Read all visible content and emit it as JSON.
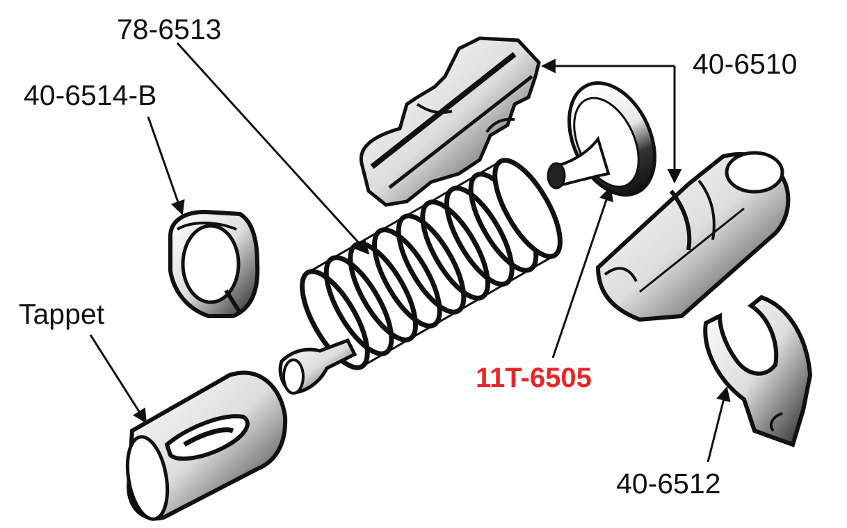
{
  "labels": {
    "rocker_stem": "78-6513",
    "keeper": "40-6514-B",
    "guide_set": "40-6510",
    "tappet": "Tappet",
    "valve": "11T-6505",
    "clip": "40-6512"
  },
  "colors": {
    "ink": "#111111",
    "highlight": "#e8262a",
    "paper": "#ffffff",
    "shade": "#555555"
  }
}
